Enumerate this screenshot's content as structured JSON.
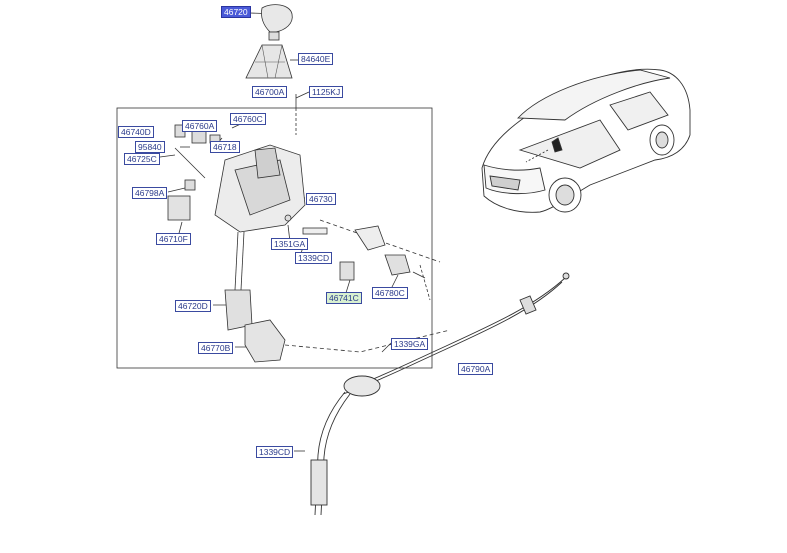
{
  "diagram": {
    "part_labels": [
      {
        "id": "p46720",
        "text": "46720"
      },
      {
        "id": "p84640E",
        "text": "84640E"
      },
      {
        "id": "p46700A",
        "text": "46700A"
      },
      {
        "id": "p1125KJ",
        "text": "1125KJ"
      },
      {
        "id": "p46760C",
        "text": "46760C"
      },
      {
        "id": "p46740D",
        "text": "46740D"
      },
      {
        "id": "p46760A",
        "text": "46760A"
      },
      {
        "id": "p95840",
        "text": "95840"
      },
      {
        "id": "p46718",
        "text": "46718"
      },
      {
        "id": "p46725C",
        "text": "46725C"
      },
      {
        "id": "p46798A",
        "text": "46798A"
      },
      {
        "id": "p46730",
        "text": "46730"
      },
      {
        "id": "p46710F",
        "text": "46710F"
      },
      {
        "id": "p1351GA",
        "text": "1351GA"
      },
      {
        "id": "p1339CD_a",
        "text": "1339CD"
      },
      {
        "id": "p46741C",
        "text": "46741C"
      },
      {
        "id": "p46780C",
        "text": "46780C"
      },
      {
        "id": "p46720D",
        "text": "46720D"
      },
      {
        "id": "p46770B",
        "text": "46770B"
      },
      {
        "id": "p1339GA",
        "text": "1339GA"
      },
      {
        "id": "p46790A",
        "text": "46790A"
      },
      {
        "id": "p1339CD_b",
        "text": "1339CD"
      }
    ],
    "selected_part": "46720",
    "colors": {
      "label_border": "#3a4aa0",
      "label_text": "#2a3a8a",
      "selected_fill": "#4a5ad8",
      "highlight_fill": "#d8f0d0",
      "line": "#333333"
    }
  }
}
